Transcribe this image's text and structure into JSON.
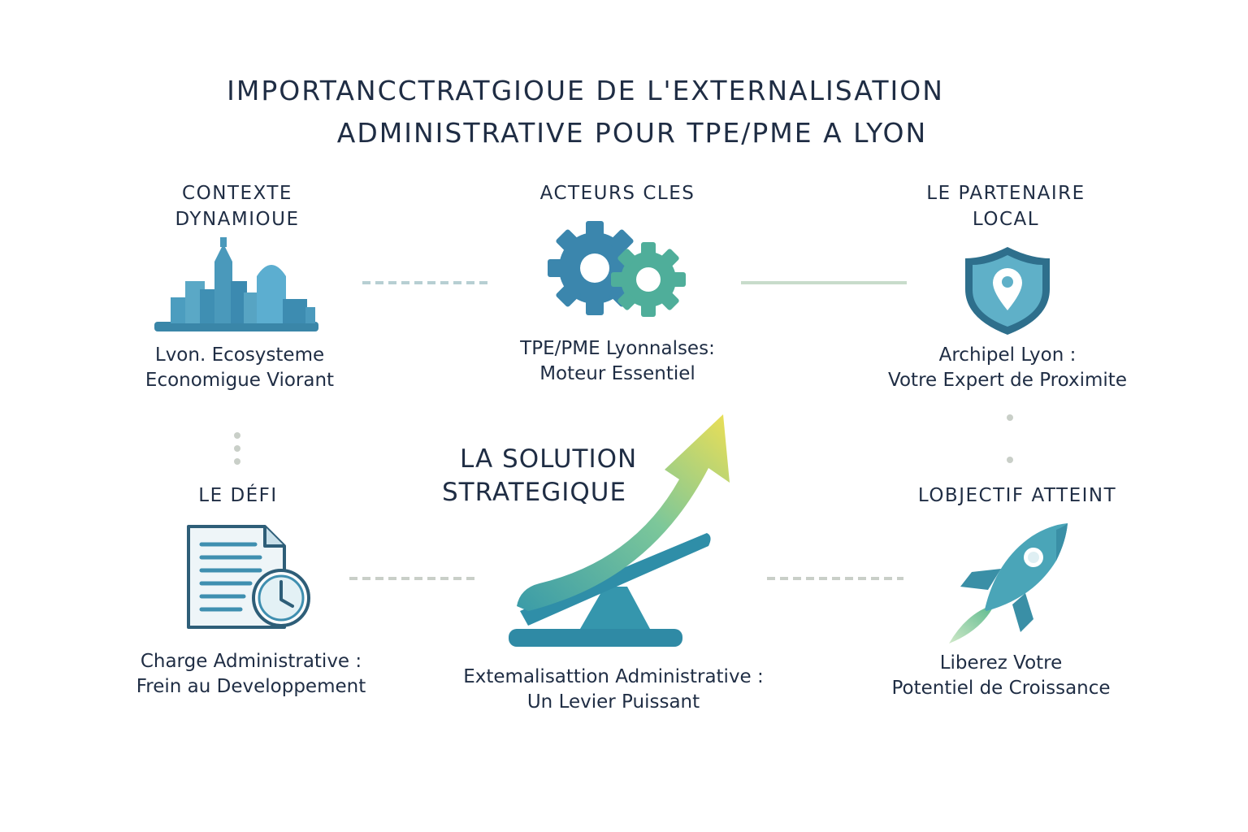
{
  "title": {
    "line1": "IMPORTANCCTRATGIOUE DE L'EXTERNALISATION",
    "line2": "ADMINISTRATIVE POUR TPE/PME A LYON"
  },
  "nodes": {
    "contexte": {
      "heading_line1": "CONTEXTE",
      "heading_line2": "DYNAMIOUE",
      "caption_line1": "Lvon. Ecosysteme",
      "caption_line2": "Economigue Viorant",
      "icon": "city-skyline-icon"
    },
    "acteurs": {
      "heading_line1": "ACTEURS CLES",
      "caption_line1": "TPE/PME Lyonnalses:",
      "caption_line2": "Moteur Essentiel",
      "icon": "gears-icon"
    },
    "partenaire": {
      "heading_line1": "LE PARTENAIRE",
      "heading_line2": "LOCAL",
      "caption_line1": "Archipel Lyon :",
      "caption_line2": "Votre Expert de Proximite",
      "icon": "shield-location-icon"
    },
    "defi": {
      "heading_line1": "LE DÉFI",
      "caption_line1": "Charge Administrative :",
      "caption_line2": "Frein au Developpement",
      "icon": "document-clock-icon"
    },
    "solution": {
      "heading_line1": "LA SOLUTION",
      "heading_line2": "STRATEGIQUE",
      "caption_line1": "Extemalisattion Administrative :",
      "caption_line2": "Un Levier Puissant",
      "icon": "growth-arrow-lever-icon"
    },
    "objectif": {
      "heading_line1": "LOBJECTIF ATTEINT",
      "caption_line1": "Liberez Votre",
      "caption_line2": "Potentiel de Croissance",
      "icon": "rocket-icon"
    }
  },
  "colors": {
    "text": "#1f2d44",
    "primary": "#3f8fb0",
    "teal": "#3a9ba8",
    "green": "#5bb98c",
    "yellow": "#e8e05a",
    "dark_outline": "#2e5e78",
    "connector": "#c9d6d0"
  }
}
